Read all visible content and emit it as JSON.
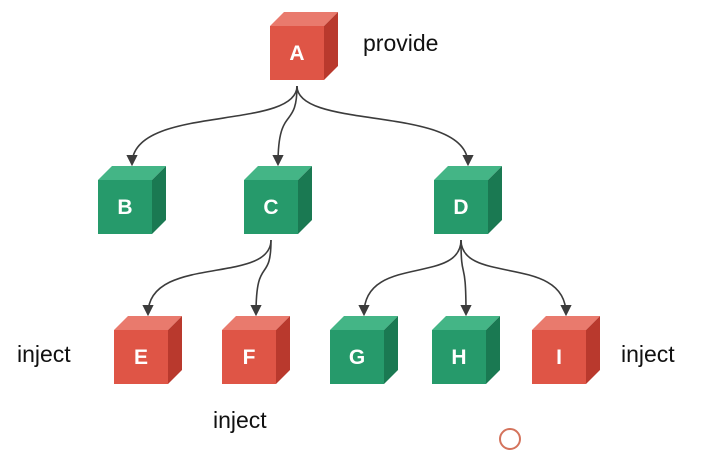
{
  "colors": {
    "red_front": "#df5546",
    "red_top": "#e97a6d",
    "red_side": "#b9392d",
    "green_front": "#269a6b",
    "green_top": "#44b586",
    "green_side": "#1a7952",
    "arrow": "#3c3c3c",
    "cursor_ring": "#d4735c"
  },
  "nodes": {
    "A": {
      "label": "A",
      "kind": "provider"
    },
    "B": {
      "label": "B",
      "kind": "plain"
    },
    "C": {
      "label": "C",
      "kind": "plain"
    },
    "D": {
      "label": "D",
      "kind": "plain"
    },
    "E": {
      "label": "E",
      "kind": "injector"
    },
    "F": {
      "label": "F",
      "kind": "injector"
    },
    "G": {
      "label": "G",
      "kind": "plain"
    },
    "H": {
      "label": "H",
      "kind": "plain"
    },
    "I": {
      "label": "I",
      "kind": "injector"
    }
  },
  "edges": [
    [
      "A",
      "B"
    ],
    [
      "A",
      "C"
    ],
    [
      "A",
      "D"
    ],
    [
      "C",
      "E"
    ],
    [
      "C",
      "F"
    ],
    [
      "D",
      "G"
    ],
    [
      "D",
      "H"
    ],
    [
      "D",
      "I"
    ]
  ],
  "annotations": {
    "provide": "provide",
    "inject_e": "inject",
    "inject_f": "inject",
    "inject_i": "inject"
  }
}
